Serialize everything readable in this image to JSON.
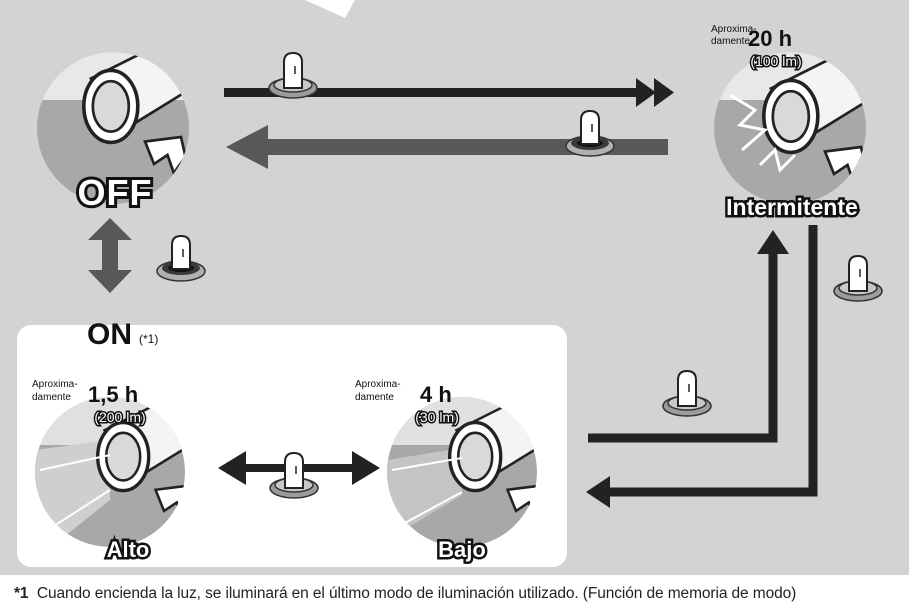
{
  "states": {
    "off": {
      "label": "OFF"
    },
    "on": {
      "label": "ON",
      "note": "(*1)"
    },
    "flash": {
      "label": "Intermitente",
      "approx": [
        "Aproxima-",
        "damente"
      ],
      "time": "20 h",
      "lumen": "(100 lm)"
    },
    "high": {
      "label": "Alto",
      "approx": [
        "Aproxima-",
        "damente"
      ],
      "time": "1,5 h",
      "lumen": "(200 lm)"
    },
    "low": {
      "label": "Bajo",
      "approx": [
        "Aproxima-",
        "damente"
      ],
      "time": "4 h",
      "lumen": "(30 lm)"
    }
  },
  "footnote": {
    "marker": "*1",
    "text": "Cuando encienda la luz, se iluminará en el último modo de iluminación utilizado. (Función de memoria de modo)"
  },
  "colors": {
    "background": "#d3d3d3",
    "panel": "#ffffff",
    "arrow_dark": "#222222",
    "arrow_gray": "#585858",
    "button": "#a8a8a8"
  }
}
